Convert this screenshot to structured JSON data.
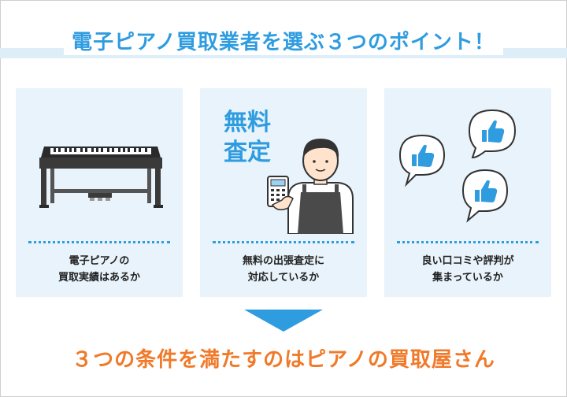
{
  "title": "電子ピアノ買取業者を選ぶ３つのポイント！",
  "cards": [
    {
      "text_line1": "電子ピアノの",
      "text_line2": "買取実績はあるか"
    },
    {
      "badge_line1": "無料",
      "badge_line2": "査定",
      "text_line1": "無料の出張査定に",
      "text_line2": "対応しているか"
    },
    {
      "text_line1": "良い口コミや評判が",
      "text_line2": "集まっているか"
    }
  ],
  "conclusion": "３つの条件を満たすのはピアノの買取屋さん",
  "colors": {
    "accent_blue": "#2f9ce0",
    "accent_orange": "#f07a2a",
    "card_bg": "#e8f3fb"
  }
}
